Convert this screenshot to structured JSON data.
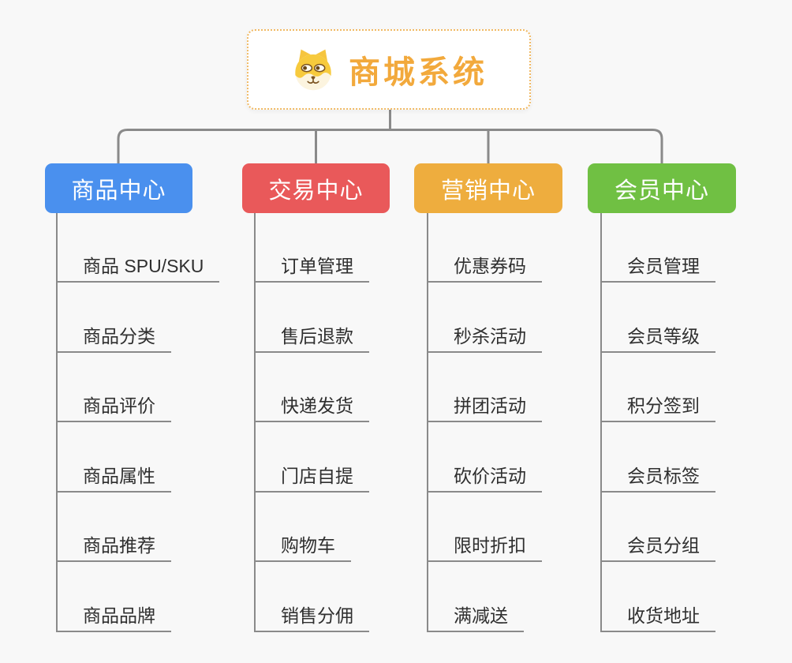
{
  "canvas": {
    "background_color": "#f8f8f8",
    "connector_color": "#8a8a8a",
    "leaf_text_color": "#2f2f2f"
  },
  "root": {
    "title": "商城系统",
    "title_color": "#f2a93c",
    "border_color": "#f0b964",
    "icon": "dog-face-icon"
  },
  "branches": [
    {
      "label": "商品中心",
      "color": "#4a90ee",
      "children": [
        "商品 SPU/SKU",
        "商品分类",
        "商品评价",
        "商品属性",
        "商品推荐",
        "商品品牌"
      ]
    },
    {
      "label": "交易中心",
      "color": "#e9595a",
      "children": [
        "订单管理",
        "售后退款",
        "快递发货",
        "门店自提",
        "购物车",
        "销售分佣"
      ]
    },
    {
      "label": "营销中心",
      "color": "#eead3e",
      "children": [
        "优惠券码",
        "秒杀活动",
        "拼团活动",
        "砍价活动",
        "限时折扣",
        "满减送"
      ]
    },
    {
      "label": "会员中心",
      "color": "#70c043",
      "children": [
        "会员管理",
        "会员等级",
        "积分签到",
        "会员标签",
        "会员分组",
        "收货地址"
      ]
    }
  ]
}
